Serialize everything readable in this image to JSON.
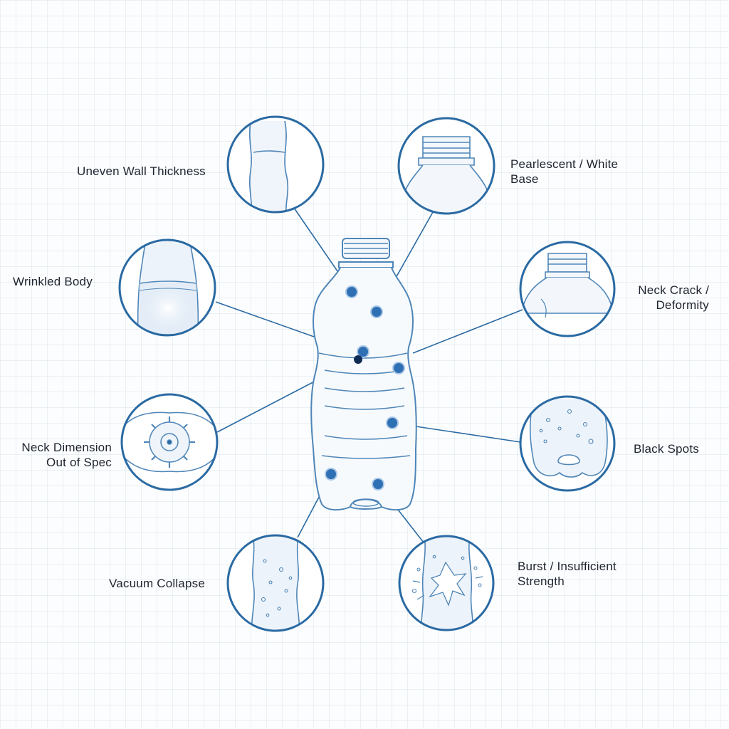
{
  "colors": {
    "line": "#2a6aa3",
    "stroke": "#4f86b8",
    "marker": "#2f6fb3",
    "marker_dark": "#0f2a55",
    "fill_light": "#e6eef7",
    "text": "#1e2430"
  },
  "labels": {
    "uneven_wall": "Uneven Wall Thickness",
    "pearlescent_1": "Pearlescent / White",
    "pearlescent_2": "Base",
    "wrinkled": "Wrinkled Body",
    "neck_crack_1": "Neck Crack /",
    "neck_crack_2": "Deformity",
    "neck_dim_1": "Neck Dimension",
    "neck_dim_2": "Out of Spec",
    "black_spots": "Black Spots",
    "vacuum": "Vacuum Collapse",
    "burst_1": "Burst / Insufficient",
    "burst_2": "Strength"
  },
  "icons": {
    "uneven_wall": "bottle-wall-detail-icon",
    "pearlescent": "bottle-neck-thread-icon",
    "wrinkled": "wrinkled-body-icon",
    "neck_crack": "neck-crack-icon",
    "neck_dim": "bottle-base-bottom-icon",
    "black_spots": "black-spots-icon",
    "vacuum": "vacuum-collapse-icon",
    "burst": "burst-icon"
  }
}
